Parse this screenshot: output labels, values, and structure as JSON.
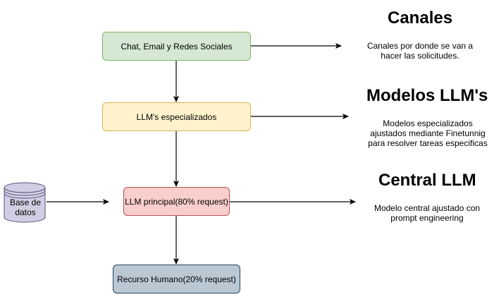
{
  "nodes": {
    "channels": "Chat, Email y Redes Sociales",
    "specialized_llms": "LLM's especializados",
    "main_llm": "LLM principal(80% request)",
    "human_resource": "Recurso Humano(20% request)",
    "database": "Base de\ndatos"
  },
  "sections": {
    "channels": {
      "title": "Canales",
      "description": "Canales por donde se van a\nhacer las solicitudes."
    },
    "llm_models": {
      "title": "Modelos LLM's",
      "description": "Modelos especializados\najustados mediante Finetunnig\npara resolver tareas especificas"
    },
    "central_llm": {
      "title": "Central LLM",
      "description": "Modelo central ajustado con\nprompt engineering"
    }
  },
  "colors": {
    "green_fill": "#d5e8d4",
    "green_stroke": "#82b366",
    "yellow_fill": "#fff2cc",
    "yellow_stroke": "#d6b656",
    "red_fill": "#f8cecc",
    "red_stroke": "#b85450",
    "blue_fill": "#bac8d3",
    "blue_stroke": "#23445d",
    "db_fill": "#d0cee2",
    "db_stroke": "#56517e"
  }
}
